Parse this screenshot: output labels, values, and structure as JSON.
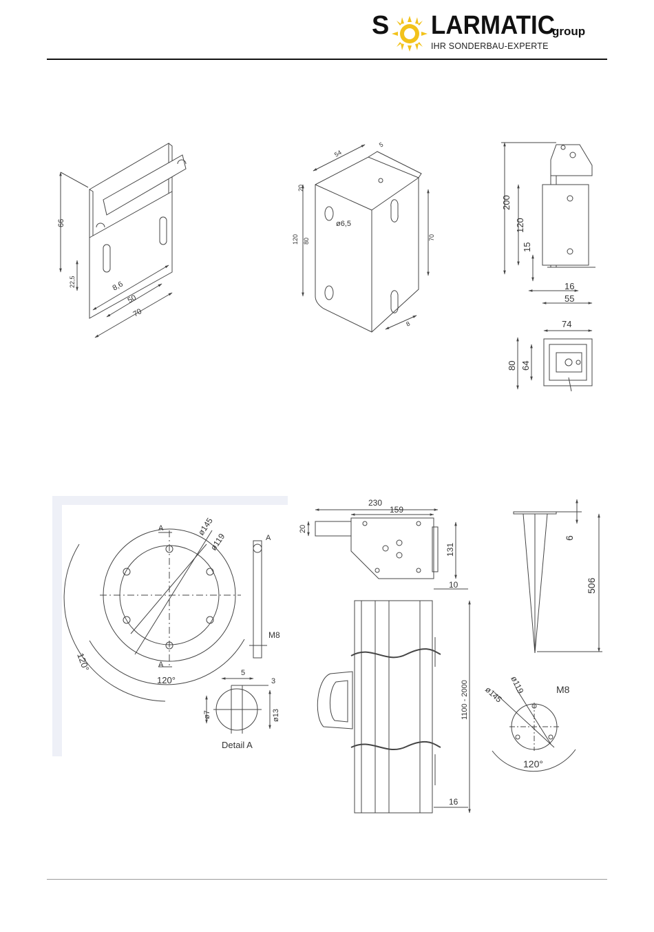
{
  "brand": {
    "name_first": "S",
    "name_rest": "LARMATIC",
    "group": "group",
    "tagline": "IHR SONDERBAU-EXPERTE"
  },
  "clamp": {
    "d66": "66",
    "d22": "22,5",
    "d86": "8,6",
    "d50": "50",
    "d70": "70"
  },
  "bracket": {
    "d54": "54",
    "d5": "5",
    "d20": "20",
    "d120": "120",
    "d80": "80",
    "dhole": "ø6,5",
    "d70": "70",
    "d8": "8"
  },
  "side": {
    "d200": "200",
    "d120": "120",
    "d15": "15",
    "d16": "16",
    "d55": "55"
  },
  "top": {
    "d74": "74",
    "d80": "80",
    "d64": "64"
  },
  "flange": {
    "mark_a1": "A",
    "mark_a2": "A",
    "mark_a3": "A",
    "d145": "ø145",
    "d119": "ø119",
    "a1": "120°",
    "a2": "120°",
    "m8": "M8",
    "d5": "5",
    "d3": "3",
    "d7": "ø7",
    "d13": "ø13",
    "detail": "Detail A"
  },
  "post": {
    "d230": "230",
    "d159": "159",
    "d20": "20",
    "d131": "131",
    "d10": "10",
    "dlen": "1100 - 2000",
    "d16": "16"
  },
  "spike": {
    "d6": "6",
    "d506": "506",
    "d145": "ø145",
    "d119": "ø119",
    "m8": "M8",
    "a120": "120°"
  }
}
